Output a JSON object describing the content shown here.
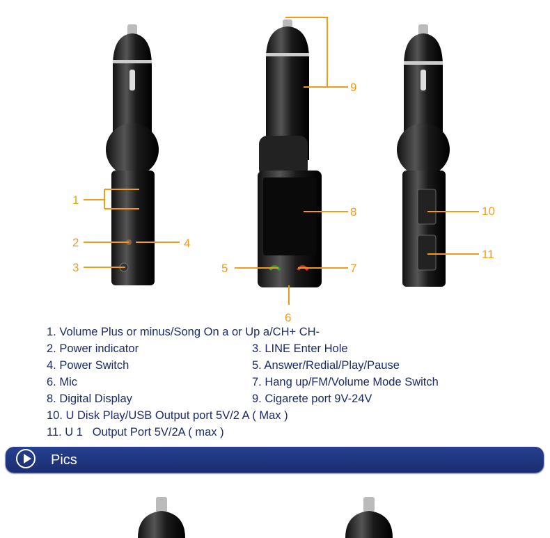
{
  "callouts": [
    "1",
    "2",
    "3",
    "4",
    "5",
    "6",
    "7",
    "8",
    "9",
    "10",
    "11"
  ],
  "colors": {
    "callout": "#f39a1b",
    "text": "#1b2a6b",
    "section_bar": "#1f3580"
  },
  "specs": {
    "item1": "1. Volume Plus or minus/Song On a or Up a/CH+ CH-",
    "item2": "2. Power indicator",
    "item3": "3. LINE Enter Hole",
    "item4": "4. Power Switch",
    "item5": "5. Answer/Redial/Play/Pause",
    "item6": "6. Mic",
    "item7": "7. Hang up/FM/Volume Mode Switch",
    "item8": "8. Digital Display",
    "item9": "9. Cigarete port 9V-24V",
    "item10": "10. U Disk Play/USB Output port 5V/2 A ( Max )",
    "item11": "11. U 1   Output Port 5V/2A ( max )"
  },
  "section": {
    "title": "Pics",
    "icon": "play-circle-icon"
  }
}
